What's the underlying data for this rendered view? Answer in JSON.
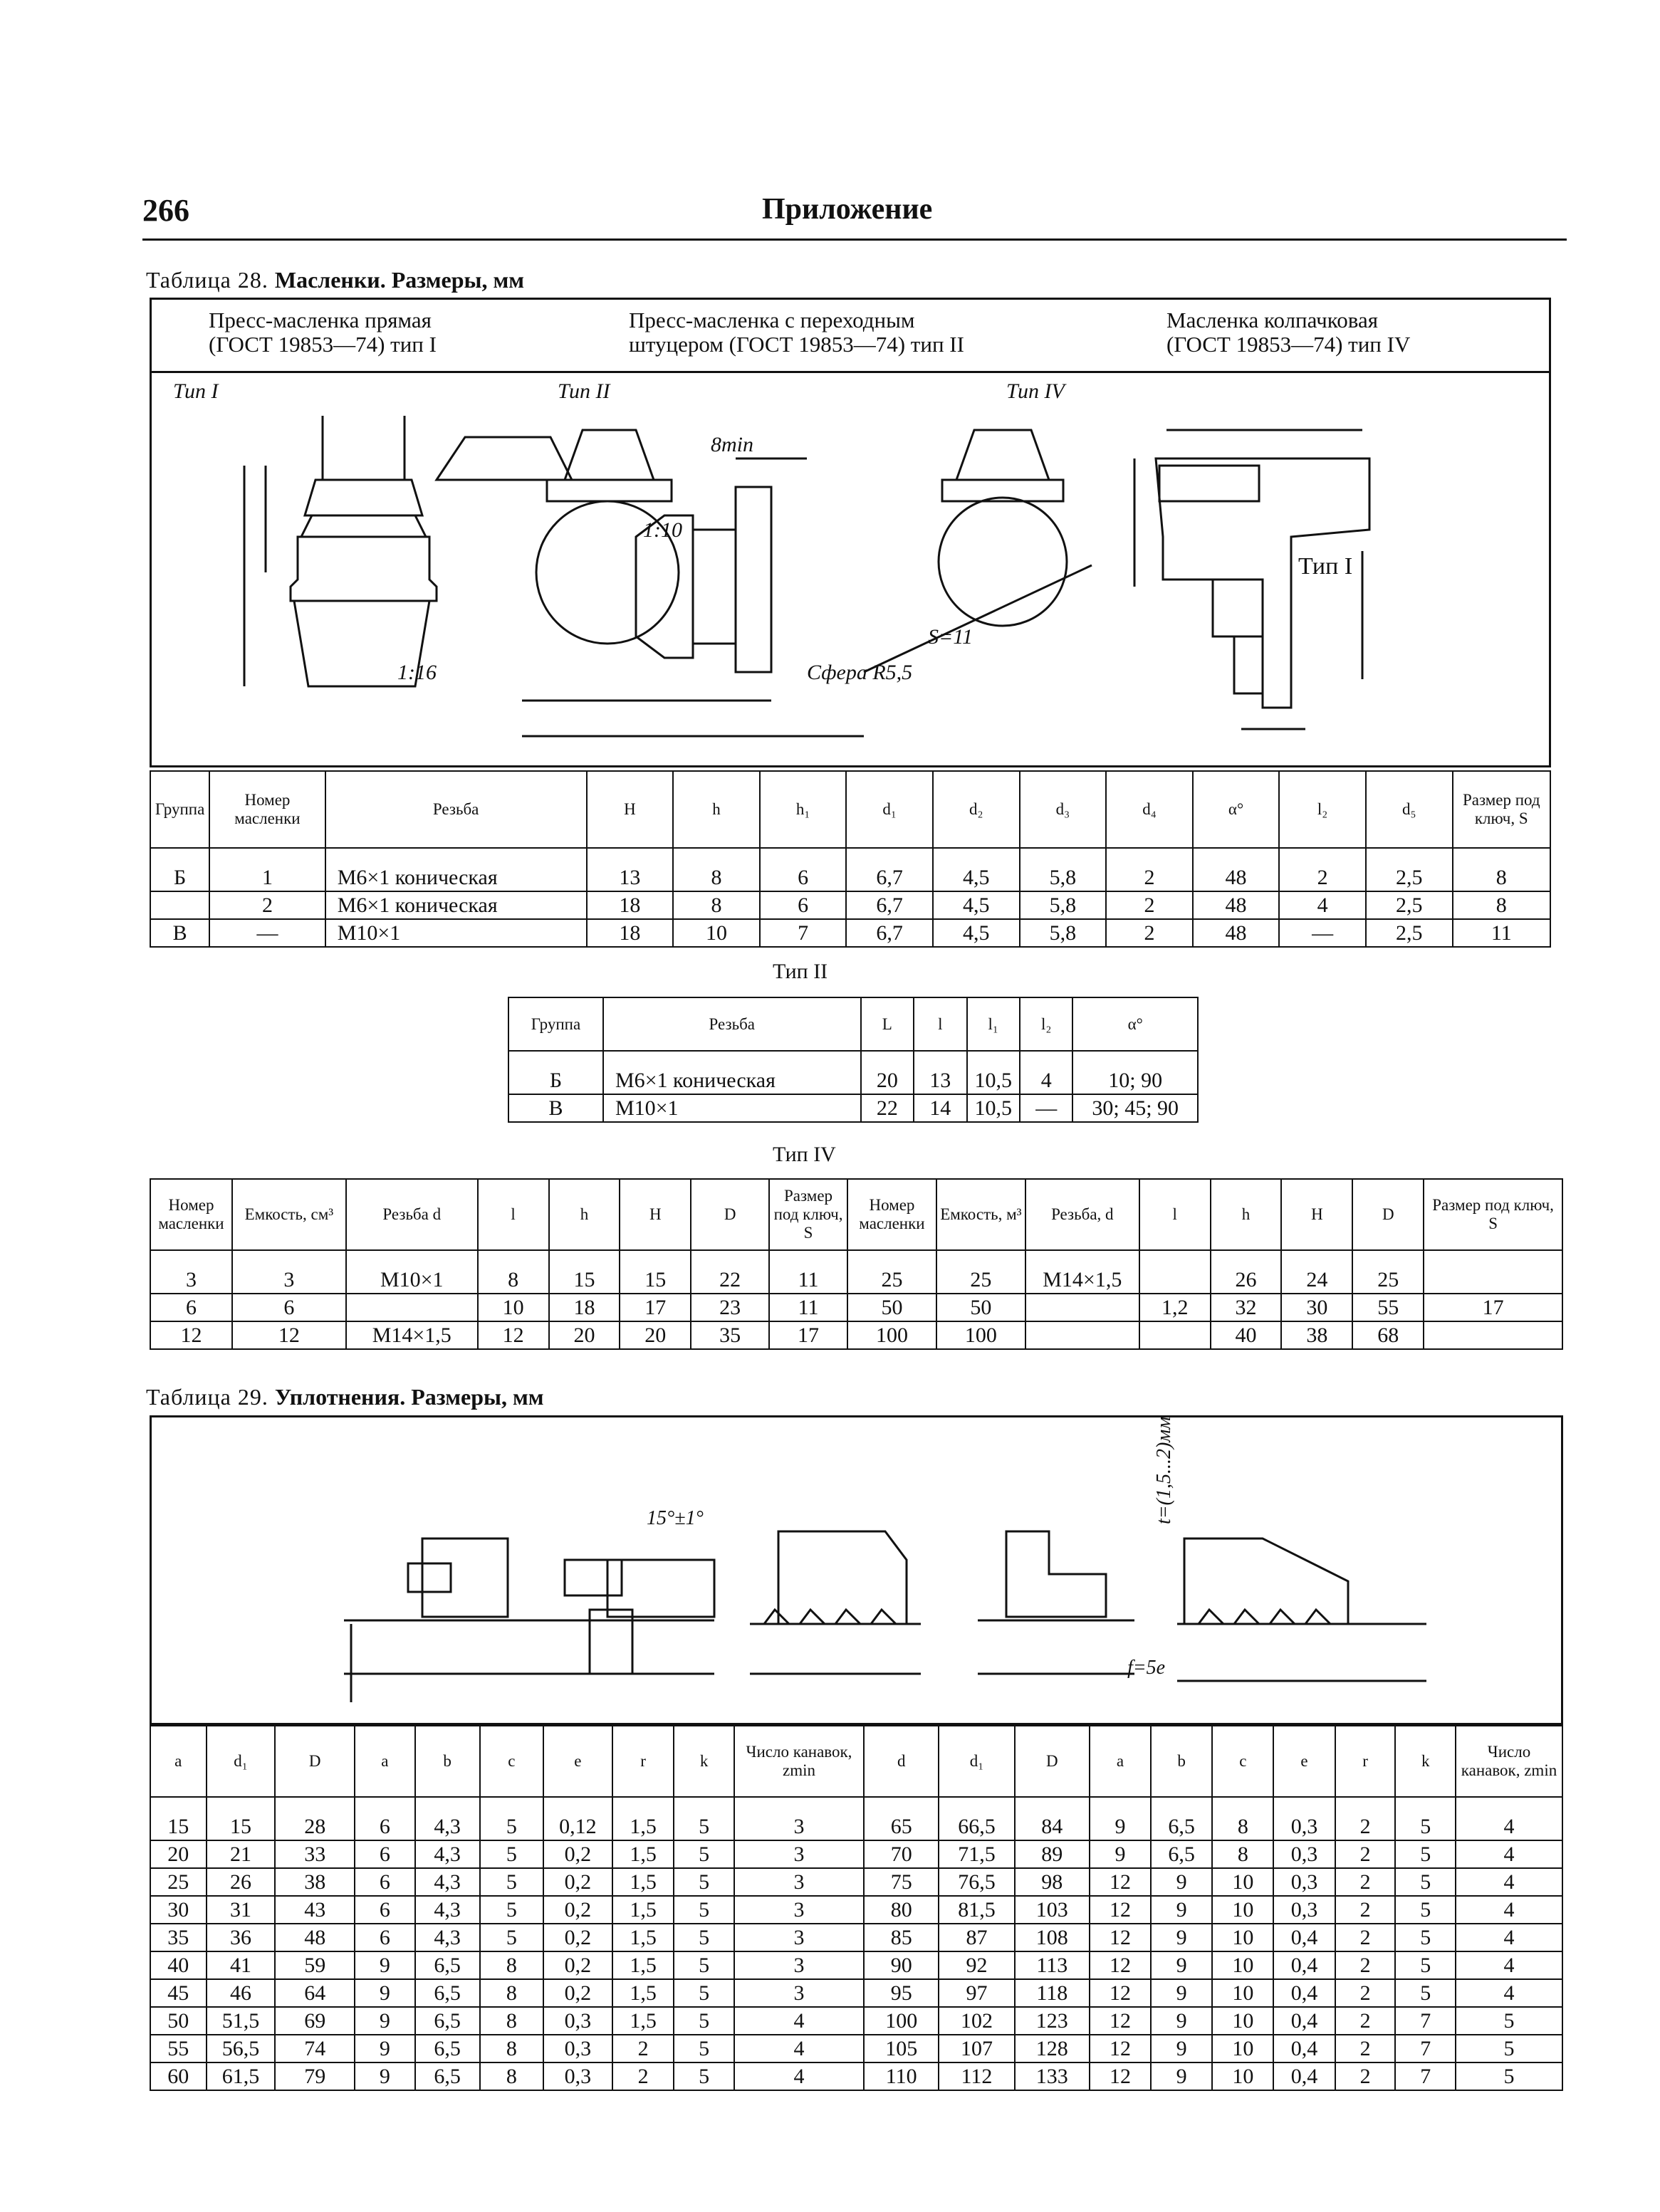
{
  "page": {
    "number": "266",
    "title": "Приложение"
  },
  "table28": {
    "caption_prefix": "Таблица 28.",
    "caption_title": "Масленки. Размеры, мм",
    "types": [
      {
        "line1": "Пресс-масленка прямая",
        "line2": "(ГОСТ 19853—74) тип I"
      },
      {
        "line1": "Пресс-масленка с переходным",
        "line2": "штуцером (ГОСТ 19853—74) тип II"
      },
      {
        "line1": "Масленка колпачковая",
        "line2": "(ГОСТ 19853—74) тип IV"
      }
    ],
    "figure_labels": {
      "tip1": "Тип I",
      "tip2": "Тип II",
      "tip4": "Тип IV",
      "tip_right": "Тип I",
      "smin": "8min",
      "taper_1_10": "1:10",
      "taper_1_16": "1:16",
      "sphere": "Сфера R5,5",
      "s11": "S=11"
    },
    "type1": {
      "headers": [
        "Группа",
        "Номер масленки",
        "Резьба",
        "H",
        "h",
        "h₁",
        "d₁",
        "d₂",
        "d₃",
        "d₄",
        "α°",
        "l₂",
        "d₅",
        "Размер под ключ, S"
      ],
      "rows": [
        [
          "Б",
          "1",
          "M6×1 коническая",
          "13",
          "8",
          "6",
          "6,7",
          "4,5",
          "5,8",
          "2",
          "48",
          "2",
          "2,5",
          "8"
        ],
        [
          "",
          "2",
          "M6×1 коническая",
          "18",
          "8",
          "6",
          "6,7",
          "4,5",
          "5,8",
          "2",
          "48",
          "4",
          "2,5",
          "8"
        ],
        [
          "В",
          "—",
          "M10×1",
          "18",
          "10",
          "7",
          "6,7",
          "4,5",
          "5,8",
          "2",
          "48",
          "—",
          "2,5",
          "11"
        ]
      ]
    },
    "type2": {
      "title": "Тип II",
      "headers": [
        "Группа",
        "Резьба",
        "L",
        "l",
        "l₁",
        "l₂",
        "α°"
      ],
      "rows": [
        [
          "Б",
          "M6×1 коническая",
          "20",
          "13",
          "10,5",
          "4",
          "10; 90"
        ],
        [
          "В",
          "M10×1",
          "22",
          "14",
          "10,5",
          "—",
          "30; 45; 90"
        ]
      ]
    },
    "type4": {
      "title": "Тип IV",
      "headers": [
        "Номер масленки",
        "Емкость, см³",
        "Резьба d",
        "l",
        "h",
        "H",
        "D",
        "Размер под ключ, S",
        "Номер масленки",
        "Емкость, м³",
        "Резьба, d",
        "l",
        "h",
        "H",
        "D",
        "Размер под ключ, S"
      ],
      "rows": [
        [
          "3",
          "3",
          "M10×1",
          "8",
          "15",
          "15",
          "22",
          "11",
          "25",
          "25",
          "M14×1,5",
          "",
          "26",
          "24",
          "25",
          ""
        ],
        [
          "6",
          "6",
          "",
          "10",
          "18",
          "17",
          "23",
          "11",
          "50",
          "50",
          "",
          "1,2",
          "32",
          "30",
          "55",
          "17"
        ],
        [
          "12",
          "12",
          "M14×1,5",
          "12",
          "20",
          "20",
          "35",
          "17",
          "100",
          "100",
          "",
          "",
          "40",
          "38",
          "68",
          ""
        ]
      ]
    }
  },
  "table29": {
    "caption_prefix": "Таблица 29.",
    "caption_title": "Уплотнения. Размеры, мм",
    "figure_labels": {
      "angle": "15°±1°",
      "spacing": "t=(1,5...2)мм",
      "f5e": "f=5e"
    },
    "headers": [
      "a",
      "d₁",
      "D",
      "a",
      "b",
      "c",
      "e",
      "r",
      "k",
      "Число канавок, zmin",
      "d",
      "d₁",
      "D",
      "a",
      "b",
      "c",
      "e",
      "r",
      "k",
      "Число канавок, zmin"
    ],
    "rows": [
      [
        "15",
        "15",
        "28",
        "6",
        "4,3",
        "5",
        "0,12",
        "1,5",
        "5",
        "3",
        "65",
        "66,5",
        "84",
        "9",
        "6,5",
        "8",
        "0,3",
        "2",
        "5",
        "4"
      ],
      [
        "20",
        "21",
        "33",
        "6",
        "4,3",
        "5",
        "0,2",
        "1,5",
        "5",
        "3",
        "70",
        "71,5",
        "89",
        "9",
        "6,5",
        "8",
        "0,3",
        "2",
        "5",
        "4"
      ],
      [
        "25",
        "26",
        "38",
        "6",
        "4,3",
        "5",
        "0,2",
        "1,5",
        "5",
        "3",
        "75",
        "76,5",
        "98",
        "12",
        "9",
        "10",
        "0,3",
        "2",
        "5",
        "4"
      ],
      [
        "30",
        "31",
        "43",
        "6",
        "4,3",
        "5",
        "0,2",
        "1,5",
        "5",
        "3",
        "80",
        "81,5",
        "103",
        "12",
        "9",
        "10",
        "0,3",
        "2",
        "5",
        "4"
      ],
      [
        "35",
        "36",
        "48",
        "6",
        "4,3",
        "5",
        "0,2",
        "1,5",
        "5",
        "3",
        "85",
        "87",
        "108",
        "12",
        "9",
        "10",
        "0,4",
        "2",
        "5",
        "4"
      ],
      [
        "40",
        "41",
        "59",
        "9",
        "6,5",
        "8",
        "0,2",
        "1,5",
        "5",
        "3",
        "90",
        "92",
        "113",
        "12",
        "9",
        "10",
        "0,4",
        "2",
        "5",
        "4"
      ],
      [
        "45",
        "46",
        "64",
        "9",
        "6,5",
        "8",
        "0,2",
        "1,5",
        "5",
        "3",
        "95",
        "97",
        "118",
        "12",
        "9",
        "10",
        "0,4",
        "2",
        "5",
        "4"
      ],
      [
        "50",
        "51,5",
        "69",
        "9",
        "6,5",
        "8",
        "0,3",
        "1,5",
        "5",
        "4",
        "100",
        "102",
        "123",
        "12",
        "9",
        "10",
        "0,4",
        "2",
        "7",
        "5"
      ],
      [
        "55",
        "56,5",
        "74",
        "9",
        "6,5",
        "8",
        "0,3",
        "2",
        "5",
        "4",
        "105",
        "107",
        "128",
        "12",
        "9",
        "10",
        "0,4",
        "2",
        "7",
        "5"
      ],
      [
        "60",
        "61,5",
        "79",
        "9",
        "6,5",
        "8",
        "0,3",
        "2",
        "5",
        "4",
        "110",
        "112",
        "133",
        "12",
        "9",
        "10",
        "0,4",
        "2",
        "7",
        "5"
      ]
    ]
  }
}
